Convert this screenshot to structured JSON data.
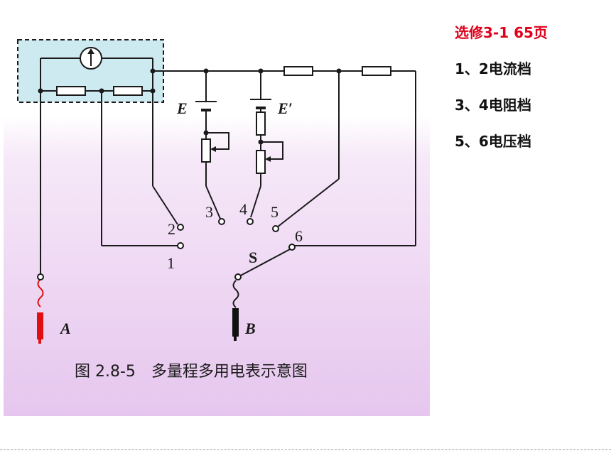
{
  "figure": {
    "caption": "图 2.8-5　多量程多用电表示意图",
    "labels": {
      "battery_e": "E",
      "battery_e_prime": "E′",
      "switch": "S",
      "probe_a": "A",
      "probe_b": "B",
      "pos1": "1",
      "pos2": "2",
      "pos3": "3",
      "pos4": "4",
      "pos5": "5",
      "pos6": "6"
    },
    "colors": {
      "background_top": "#ffffff",
      "background_bottom": "#e8c8ef",
      "meter_box": "#cdeaf0",
      "wire": "#1a1a1a",
      "probe_red": "#e01010",
      "probe_black": "#111111"
    }
  },
  "notes": {
    "title": "选修3-1  65页",
    "line1": "1、2电流档",
    "line2": "3、4电阻档",
    "line3": "5、6电压档"
  }
}
